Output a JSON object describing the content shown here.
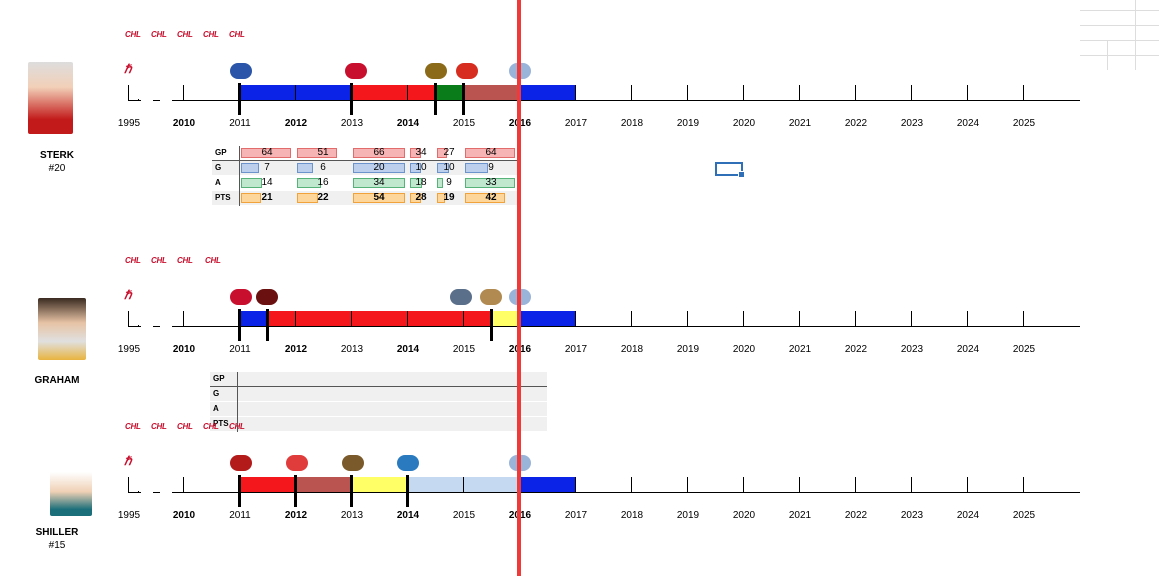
{
  "years": [
    "1995",
    "2010",
    "2011",
    "2012",
    "2013",
    "2014",
    "2015",
    "2016",
    "2017",
    "2018",
    "2019",
    "2020",
    "2021",
    "2022",
    "2023",
    "2024",
    "2025"
  ],
  "bold_years": [
    "2010",
    "2012",
    "2014",
    "2016"
  ],
  "chl_badge": "CHL",
  "colors": {
    "blue": "#0a23e6",
    "red": "#f4181c",
    "green": "#0a7c1a",
    "brown": "#b95450",
    "yellow": "#ffff66",
    "lightblue": "#c5d9f1",
    "marker": "#f03a3a",
    "selection": "#2f6fb8"
  },
  "players": [
    {
      "name": "STERK",
      "number": "#20",
      "team_icons": [
        "nyr-logo-icon",
        "hamilton-bulldogs-icon",
        "bear-logo-icon",
        "flames-logo-icon",
        "globe-logo-icon"
      ],
      "segments": [
        {
          "from": 2011,
          "to": 2013,
          "color": "blue"
        },
        {
          "from": 2013,
          "to": 2014.5,
          "color": "red"
        },
        {
          "from": 2014.5,
          "to": 2015,
          "color": "green"
        },
        {
          "from": 2015,
          "to": 2016,
          "color": "brown"
        },
        {
          "from": 2016,
          "to": 2017,
          "color": "blue"
        }
      ],
      "stats": {
        "labels": [
          "GP",
          "G",
          "A",
          "PTS"
        ],
        "columns": [
          {
            "gp": "64",
            "g": "7",
            "a": "14",
            "pts": "21"
          },
          {
            "gp": "51",
            "g": "6",
            "a": "16",
            "pts": "22"
          },
          {
            "gp": "66",
            "g": "20",
            "a": "34",
            "pts": "54"
          },
          {
            "gp": "34",
            "g": "10",
            "a": "18",
            "pts": "28"
          },
          {
            "gp": "27",
            "g": "10",
            "a": "9",
            "pts": "19"
          },
          {
            "gp": "64",
            "g": "9",
            "a": "33",
            "pts": "42"
          }
        ]
      }
    },
    {
      "name": "GRAHAM",
      "number": "",
      "team_icons": [
        "rebels-logo-icon",
        "wolf-logo-icon",
        "shark-logo-icon",
        "paw-logo-icon",
        "globe-logo-icon"
      ],
      "segments": [
        {
          "from": 2011,
          "to": 2011.5,
          "color": "blue"
        },
        {
          "from": 2011.5,
          "to": 2015.5,
          "color": "red"
        },
        {
          "from": 2015.5,
          "to": 2016,
          "color": "yellow"
        },
        {
          "from": 2016,
          "to": 2017,
          "color": "blue"
        }
      ],
      "stats": {
        "labels": [
          "GP",
          "G",
          "A",
          "PTS"
        ],
        "columns": []
      }
    },
    {
      "name": "SHILLER",
      "number": "#15",
      "team_icons": [
        "canadiens-logo-icon",
        "mouth-logo-icon",
        "eagle-logo-icon",
        "spinner-logo-icon",
        "globe-logo-icon"
      ],
      "segments": [
        {
          "from": 2011,
          "to": 2012,
          "color": "red"
        },
        {
          "from": 2012,
          "to": 2013,
          "color": "brown"
        },
        {
          "from": 2013,
          "to": 2014,
          "color": "yellow"
        },
        {
          "from": 2014,
          "to": 2016,
          "color": "lightblue"
        },
        {
          "from": 2016,
          "to": 2017,
          "color": "blue"
        }
      ]
    }
  ]
}
